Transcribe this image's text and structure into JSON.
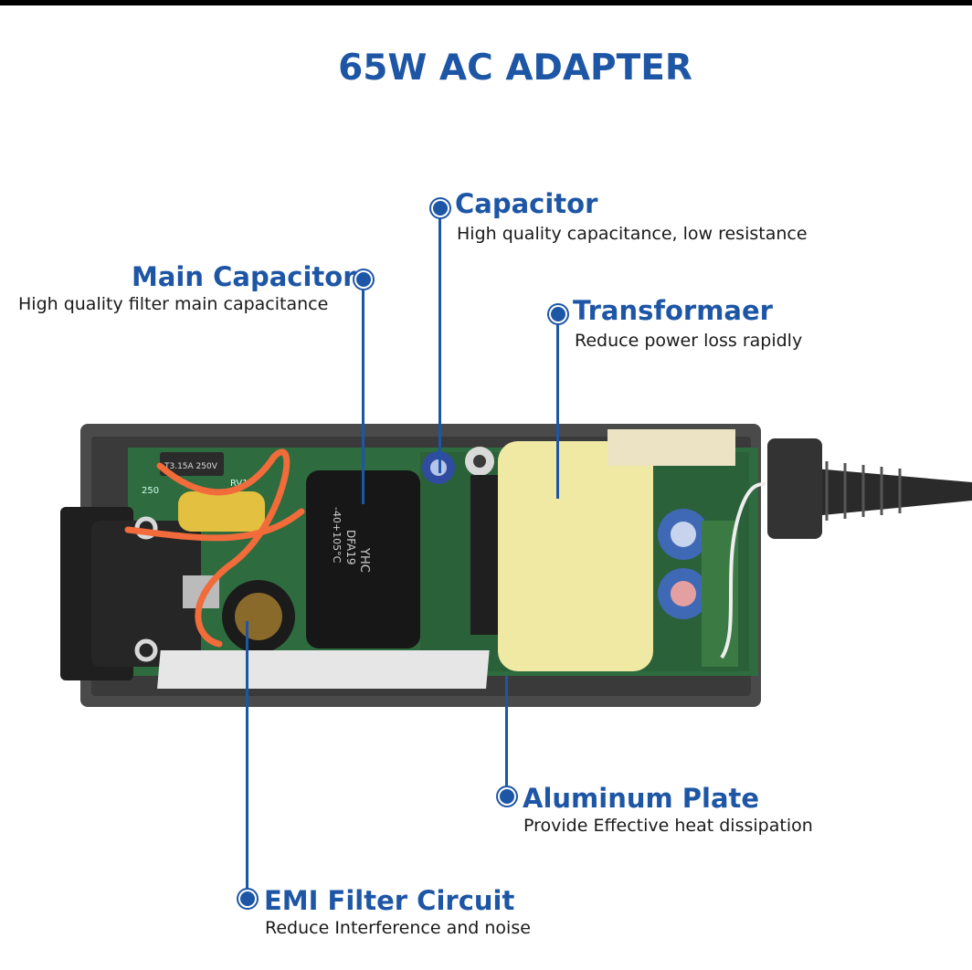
{
  "title": "65W AC ADAPTER",
  "callouts": {
    "capacitor": {
      "title": "Capacitor",
      "desc": "High quality capacitance, low resistance"
    },
    "main_capacitor": {
      "title": "Main Capacitor",
      "desc": "High quality filter main capacitance"
    },
    "transformer": {
      "title": "Transformaer",
      "desc": "Reduce power loss rapidly"
    },
    "aluminum_plate": {
      "title": "Aluminum Plate",
      "desc": "Provide Effective heat dissipation"
    },
    "emi_filter": {
      "title": "EMI Filter Circuit",
      "desc": "Reduce Interference and noise"
    }
  },
  "components": {
    "main_cap_print": "DFA19",
    "main_cap_brand": "YHC",
    "main_cap_rating": "-40+105°C",
    "fuse_print": "T3.15A 250V",
    "varistor_print": "RV1",
    "board_print": "250"
  },
  "colors": {
    "accent": "#1e56a6",
    "case": "#4a4a4a",
    "pcb": "#2e6b3e",
    "transformer_tape": "#efe9a4",
    "wire": "#f26b3a"
  }
}
